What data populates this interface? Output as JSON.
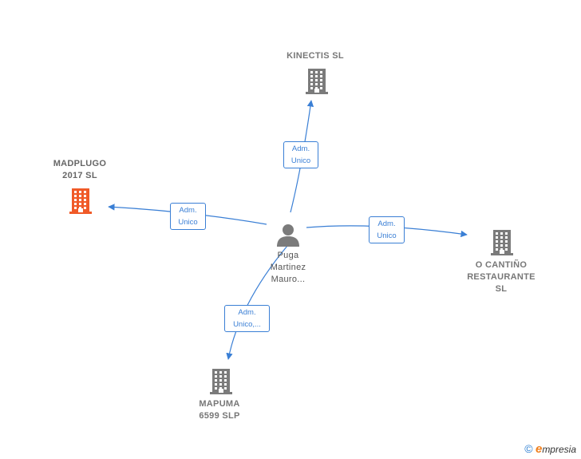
{
  "center": {
    "name": "Puga\nMartinez\nMauro..."
  },
  "companies": [
    {
      "id": "kinectis",
      "name": "KINECTIS  SL",
      "color": "#7b7b7b"
    },
    {
      "id": "madplugo",
      "name": "MADPLUGO\n2017  SL",
      "color": "#f05a28"
    },
    {
      "id": "ocantino",
      "name": "O CANTIÑO\nRESTAURANTE\nSL",
      "color": "#7b7b7b"
    },
    {
      "id": "mapuma",
      "name": "MAPUMA\n6599  SLP",
      "color": "#7b7b7b"
    }
  ],
  "edges": [
    {
      "to": "kinectis",
      "label": "Adm.\nUnico"
    },
    {
      "to": "madplugo",
      "label": "Adm.\nUnico"
    },
    {
      "to": "ocantino",
      "label": "Adm.\nUnico"
    },
    {
      "to": "mapuma",
      "label": "Adm.\nUnico,..."
    }
  ],
  "brand": {
    "copyright": "©",
    "first_letter": "e",
    "rest": "mpresia"
  },
  "colors": {
    "edge": "#3a7fd5",
    "person": "#7b7b7b"
  }
}
